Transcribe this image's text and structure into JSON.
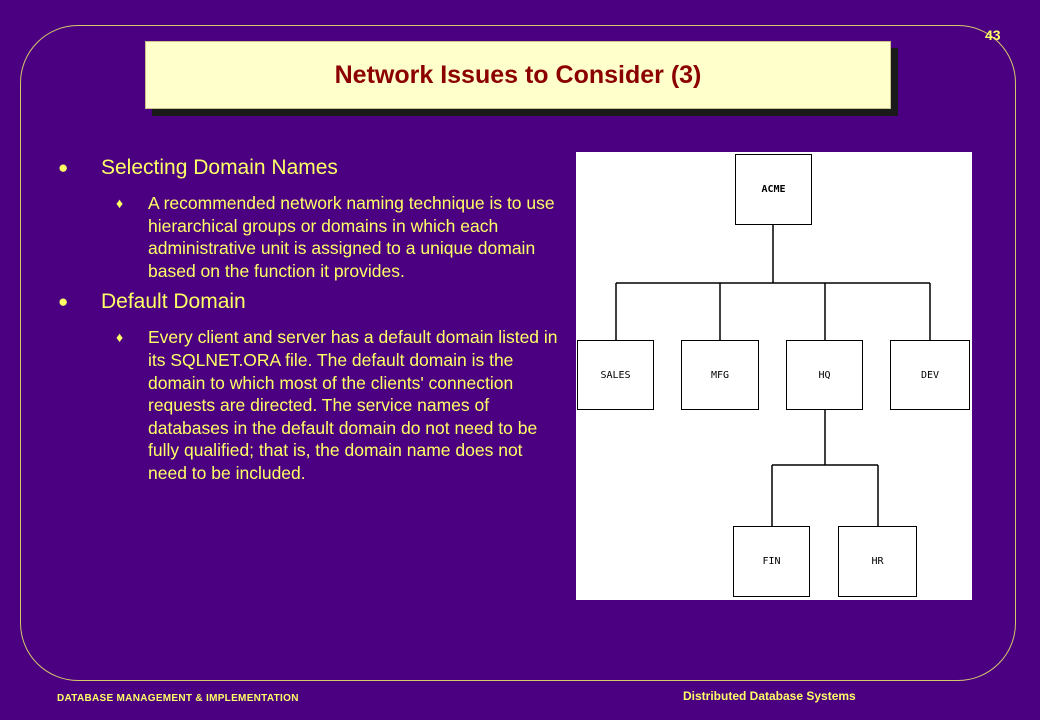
{
  "slide": {
    "number": "43",
    "title": "Network Issues to Consider (3)"
  },
  "bullets": [
    {
      "mark": "●",
      "heading": "Selecting Domain Names",
      "sub_mark": "♦",
      "sub_text": "A recommended network naming technique is to use hierarchical groups or domains in which each administrative unit is assigned to a unique domain based on the function it provides."
    },
    {
      "mark": "●",
      "heading": "Default Domain",
      "sub_mark": "♦",
      "sub_text": "Every client and server has a default domain listed in its SQLNET.ORA file. The default domain is the domain to which most of the clients' connection requests are directed. The service names of databases in the default domain do not need to be fully qualified; that is, the domain name does not need to be included."
    }
  ],
  "diagram": {
    "root": "ACME",
    "level1": [
      "SALES",
      "MFG",
      "HQ",
      "DEV"
    ],
    "level2": [
      "FIN",
      "HR"
    ]
  },
  "footer": {
    "left": "DATABASE MANAGEMENT & IMPLEMENTATION",
    "right": "Distributed Database Systems"
  }
}
